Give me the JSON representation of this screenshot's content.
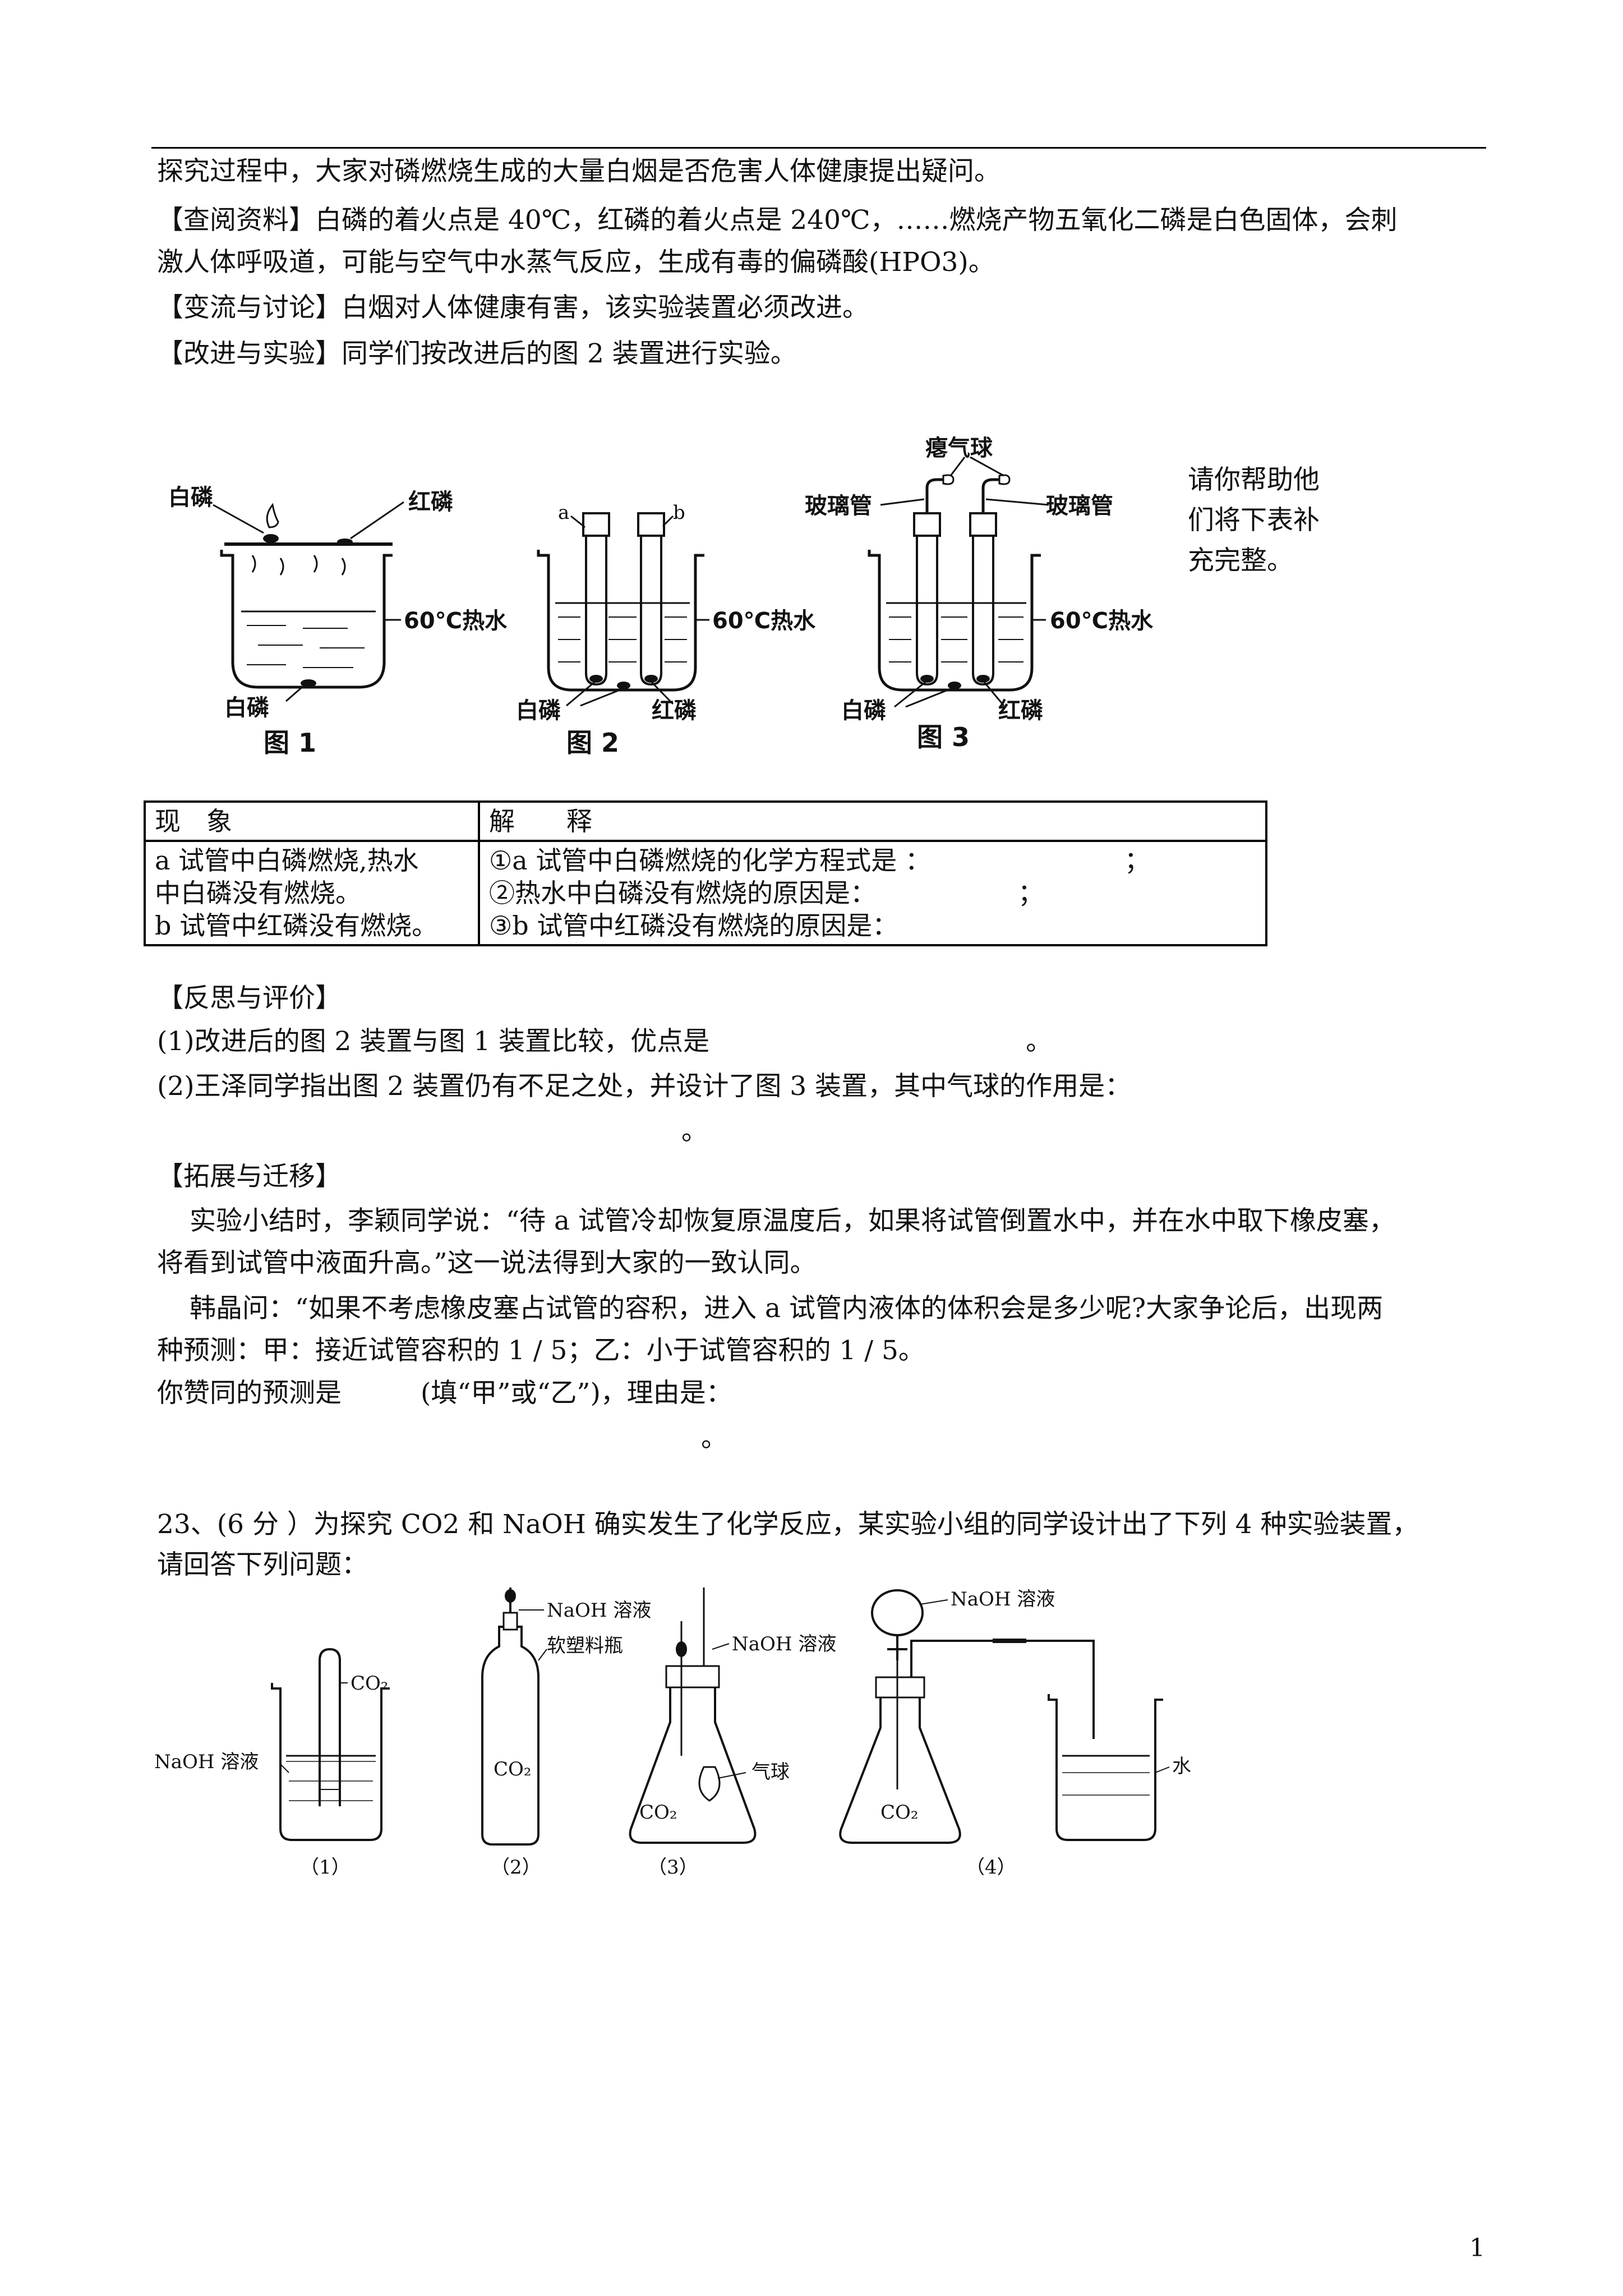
{
  "intro": "探究过程中，大家对磷燃烧生成的大量白烟是否危害人体健康提出疑问。",
  "lookup_line1": "【查阅资料】白磷的着火点是 40℃，红磷的着火点是 240℃，……燃烧产物五氧化二磷是白色固体，会刺",
  "lookup_line2": "激人体呼吸道，可能与空气中水蒸气反应，生成有毒的偏磷酸(HPO3)。",
  "discuss": "【变流与讨论】白烟对人体健康有害，该实验装置必须改进。",
  "improve": "【改进与实验】同学们按改进后的图 2 装置进行实验。",
  "side_note": "请你帮助他们将下表补充完整。",
  "fig1": {
    "white_p": "白磷",
    "red_p": "红磷",
    "hot_water": "60℃热水",
    "white_p_bottom": "白磷",
    "caption": "图 1"
  },
  "fig2": {
    "a": "a",
    "b": "b",
    "hot_water": "60℃热水",
    "white_p": "白磷",
    "red_p": "红磷",
    "caption": "图 2"
  },
  "fig3": {
    "balloon": "瘪气球",
    "glass_tube_left": "玻璃管",
    "glass_tube_right": "玻璃管",
    "hot_water": "60℃热水",
    "white_p": "白磷",
    "red_p": "红磷",
    "caption": "图 3"
  },
  "table": {
    "header_phenomenon": "现　象",
    "header_explain": "解　　释",
    "phen_1": "a 试管中白磷燃烧,热水",
    "phen_2": "中白磷没有燃烧。",
    "phen_3": "b 试管中红磷没有燃烧。",
    "exp_1": "①a 试管中白磷燃烧的化学方程式是 ：　　　　　　　　；",
    "exp_2": "②热水中白磷没有燃烧的原因是：　　　　　　；",
    "exp_3": "③b 试管中红磷没有燃烧的原因是："
  },
  "reflect_title": "【反思与评价】",
  "reflect_1": "(1)改进后的图 2 装置与图 1 装置比较，优点是　　　　　　　　　　　　。",
  "reflect_2": "(2)王泽同学指出图 2 装置仍有不足之处，并设计了图 3 装置，其中气球的作用是：",
  "reflect_2_end": "。",
  "extend_title": "【拓展与迁移】",
  "extend_p1_1": "实验小结时，李颖同学说：“待 a 试管冷却恢复原温度后，如果将试管倒置水中，并在水中取下橡皮塞，",
  "extend_p1_2": "将看到试管中液面升高。”这一说法得到大家的一致认同。",
  "extend_p2_1": "韩晶问：“如果不考虑橡皮塞占试管的容积，进入 a 试管内液体的体积会是多少呢?大家争论后，出现两",
  "extend_p2_2": "种预测：甲：接近试管容积的 1 / 5；乙：小于试管容积的 1 / 5。",
  "extend_q": "你赞同的预测是　　　(填“甲”或“乙”)，理由是：",
  "extend_end": "。",
  "q23_1": "23、(6 分 ）为探究 CO2 和 NaOH 确实发生了化学反应，某实验小组的同学设计出了下列 4 种实验装置，",
  "q23_2": "请回答下列问题：",
  "app": {
    "co2_1": "CO₂",
    "naoh_1": "NaOH 溶液",
    "cap_1": "（1）",
    "naoh_2": "NaOH 溶液",
    "bottle_2": "软塑料瓶",
    "co2_2": "CO₂",
    "cap_2": "（2）",
    "naoh_3": "NaOH 溶液",
    "balloon_3": "气球",
    "co2_3": "CO₂",
    "cap_3": "（3）",
    "naoh_4": "NaOH 溶液",
    "co2_4": "CO₂",
    "water_4": "水",
    "cap_4": "（4）"
  },
  "page_number": "1"
}
